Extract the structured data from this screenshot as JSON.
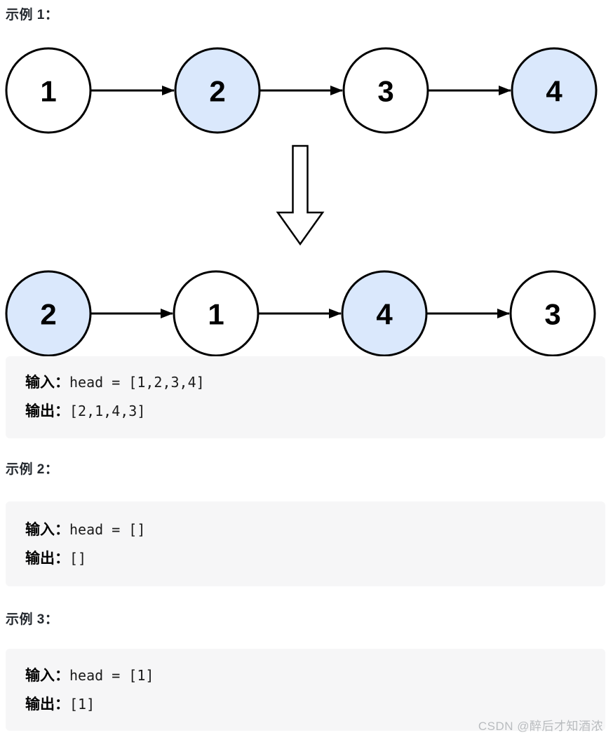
{
  "page": {
    "background": "#ffffff",
    "watermark": "CSDN @醉后才知酒浓"
  },
  "colors": {
    "node_fill_default": "#ffffff",
    "node_fill_highlight": "#dae8fc",
    "node_stroke": "#000000",
    "node_text": "#000000",
    "arrow": "#000000",
    "transform_arrow_fill": "#ffffff",
    "transform_arrow_stroke": "#000000",
    "code_block_bg": "#f6f6f7",
    "heading_text": "#24292f",
    "watermark_text": "#b9bcbf"
  },
  "examples": [
    {
      "title": "示例 1：",
      "diagram": {
        "type": "linked-list-transform",
        "before": [
          {
            "value": "1",
            "highlight": false
          },
          {
            "value": "2",
            "highlight": true
          },
          {
            "value": "3",
            "highlight": false
          },
          {
            "value": "4",
            "highlight": true
          }
        ],
        "transform_icon": "down-arrow",
        "after": [
          {
            "value": "2",
            "highlight": true
          },
          {
            "value": "1",
            "highlight": false
          },
          {
            "value": "4",
            "highlight": true
          },
          {
            "value": "3",
            "highlight": false
          }
        ]
      },
      "io": [
        {
          "label": "输入：",
          "code": "head = [1,2,3,4]"
        },
        {
          "label": "输出：",
          "code": "[2,1,4,3]"
        }
      ]
    },
    {
      "title": "示例 2：",
      "io": [
        {
          "label": "输入：",
          "code": "head = []"
        },
        {
          "label": "输出：",
          "code": "[]"
        }
      ]
    },
    {
      "title": "示例 3：",
      "io": [
        {
          "label": "输入：",
          "code": "head = [1]"
        },
        {
          "label": "输出：",
          "code": "[1]"
        }
      ]
    }
  ]
}
